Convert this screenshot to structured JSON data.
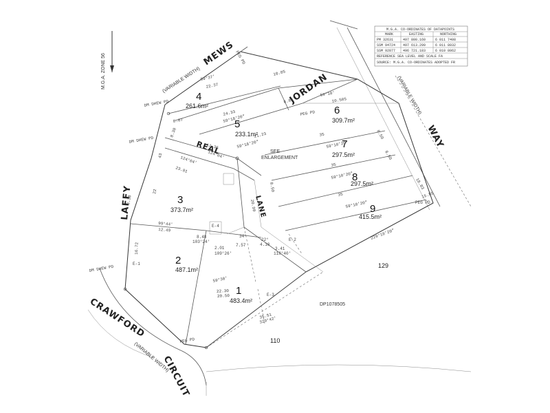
{
  "streets": {
    "mews": "MEWS",
    "jordan": "JORDAN",
    "way": "WAY",
    "laffy": "LAFFY",
    "crawford": "CRAWFORD",
    "circuit": "CIRCUIT",
    "real": "REAL",
    "lane": "LANE"
  },
  "width_notes": {
    "mews": "(VARIABLE WIDTH)",
    "jordan_way": "(VARIABLE WIDTH)",
    "crawford": "(VARIABLE WIDTH)"
  },
  "lots": [
    {
      "number": "1",
      "area": "483.4m²"
    },
    {
      "number": "2",
      "area": "487.1m²"
    },
    {
      "number": "3",
      "area": "373.7m²"
    },
    {
      "number": "4",
      "area": "261.6m²"
    },
    {
      "number": "5",
      "area": "233.1m²"
    },
    {
      "number": "6",
      "area": "309.7m²"
    },
    {
      "number": "7",
      "area": "297.5m²"
    },
    {
      "number": "8",
      "area": "297.5m²"
    },
    {
      "number": "9",
      "area": "415.5m²"
    }
  ],
  "neighbours": {
    "lot129": "129",
    "lot110": "110",
    "dp": "DP1078505"
  },
  "notes": {
    "see_enlargement_1": "SEE",
    "see_enlargement_2": "ENLARGEMENT"
  },
  "dimensions": {
    "d1": "22.37",
    "d2": "59°37'",
    "d3": "24.33",
    "d4": "59°18'20\"",
    "d5": "21.23",
    "d6": "59°18'20\"",
    "d7": "35",
    "d8": "59°18'20\"",
    "d9": "35",
    "d10": "59°18'20\"",
    "d11": "35",
    "d12": "59°18'20\"",
    "d13": "10.505",
    "d14": "59°18'",
    "d15": "20.50",
    "d16": "35.51",
    "d17": "329°42'",
    "d18": "22.30",
    "d19": "59°30'",
    "d20": "12.49",
    "d21": "99°44'",
    "d22": "8.48",
    "d23": "103°24'",
    "d24": "23.81",
    "d25": "124°04'",
    "d26": "11.35",
    "d27": "124°04'",
    "d28": "8.07",
    "d29": "16.72",
    "d30": "22",
    "d31": "43",
    "d32": "8.38",
    "d33": "20.99",
    "d34": "8.50",
    "d35": "8.50",
    "d36": "8.50",
    "d37": "18.83",
    "d38": "229°18'20\"",
    "d39": "7.57",
    "d40": "2.01",
    "d41": "109°26'",
    "d42": "4.10",
    "d43": "22°",
    "d44": "3.41",
    "d45": "118°40'",
    "d46": "34°",
    "d47": "8.38",
    "d48": "10.85",
    "d49": "8.86",
    "d50": "15.85"
  },
  "marks": {
    "peg1": "PEG PD",
    "peg2": "PEG PD",
    "peg3": "PEG PD",
    "peg4": "PEG PD",
    "dmd1": "DM DHEW PD",
    "dmd2": "DM DHEW PD",
    "dmd3": "DM DHEW PD",
    "e1": "E-1",
    "e2": "E-2",
    "e3": "E-3",
    "e4": "E-4"
  },
  "table": {
    "title": "M.G.A. CO-ORDINATES OF DATAPOINTS",
    "headers": [
      "MARK",
      "EASTING",
      "NORTHING"
    ],
    "rows": [
      [
        "PM 32631",
        "497 800.160",
        "6 011 7408"
      ],
      [
        "SSM 94724",
        "497 613.299",
        "6 011 8032"
      ],
      [
        "SSM 92877",
        "496 721.183",
        "6 010 8062"
      ]
    ],
    "footer1": "REFERENCE SEA LEVEL AND SCALE FA",
    "footer2": "SOURCE: M.G.A. CO-ORDINATES ADOPTED FR"
  },
  "side_label": "M.G.A. ZONE 56"
}
